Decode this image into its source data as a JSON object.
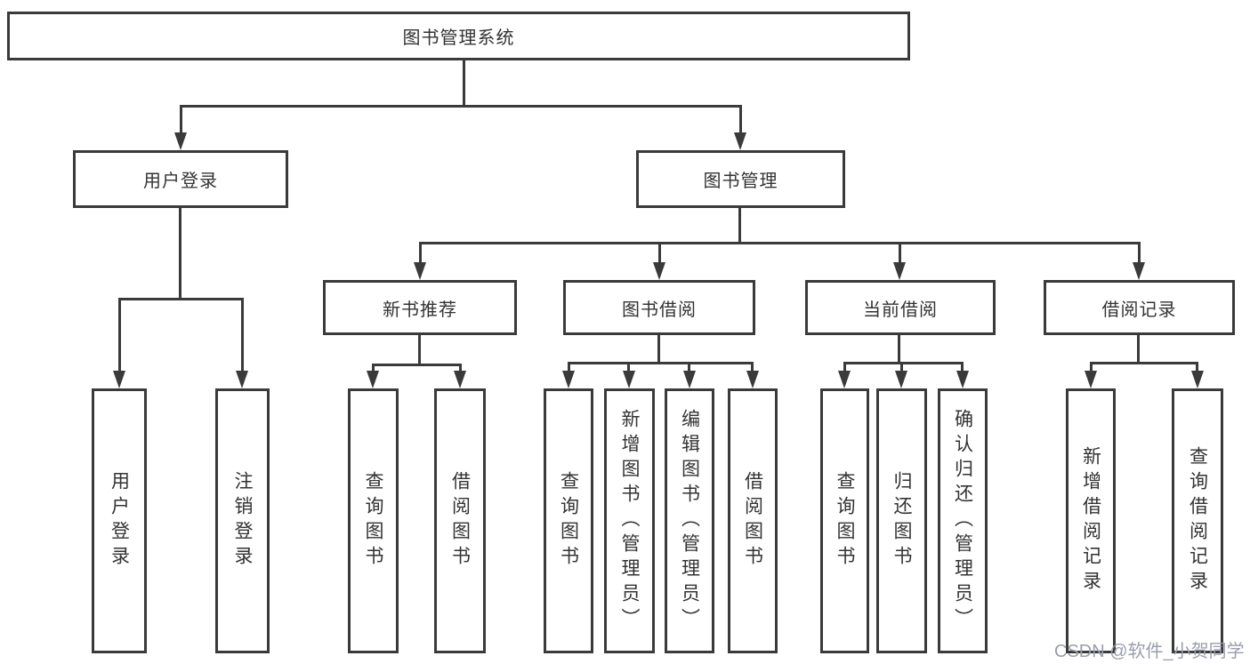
{
  "diagram": {
    "root": {
      "label": "图书管理系统",
      "children": [
        {
          "label": "用户登录",
          "children": [
            {
              "label": "用户登录"
            },
            {
              "label": "注销登录"
            }
          ]
        },
        {
          "label": "图书管理",
          "children": [
            {
              "label": "新书推荐",
              "children": [
                {
                  "label": "查询图书"
                },
                {
                  "label": "借阅图书"
                }
              ]
            },
            {
              "label": "图书借阅",
              "children": [
                {
                  "label": "查询图书"
                },
                {
                  "label": "新增图书（管理员）"
                },
                {
                  "label": "编辑图书（管理员）"
                },
                {
                  "label": "借阅图书"
                }
              ]
            },
            {
              "label": "当前借阅",
              "children": [
                {
                  "label": "查询图书"
                },
                {
                  "label": "归还图书"
                },
                {
                  "label": "确认归还（管理员）"
                }
              ]
            },
            {
              "label": "借阅记录",
              "children": [
                {
                  "label": "新增借阅记录"
                },
                {
                  "label": "查询借阅记录"
                }
              ]
            }
          ]
        }
      ]
    }
  },
  "watermark": {
    "text": "CSDN @软件_小贺同学"
  },
  "colors": {
    "line": "#3a3a3a",
    "text": "#333333",
    "watermark": "#9a9eae",
    "background": "#ffffff"
  }
}
